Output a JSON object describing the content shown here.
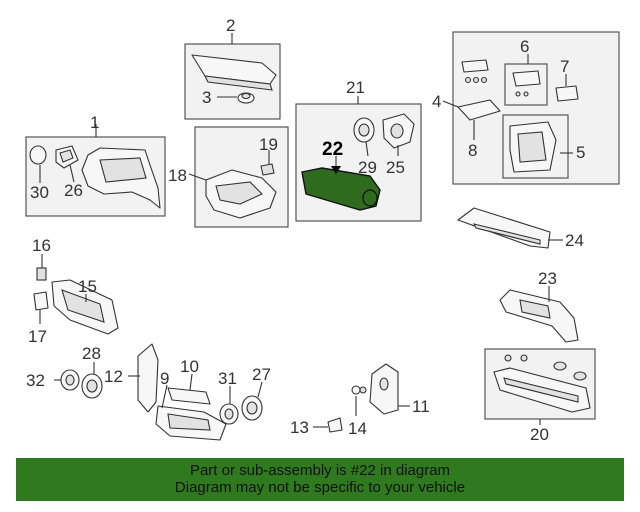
{
  "callouts": {
    "c1": "1",
    "c2": "2",
    "c3": "3",
    "c4": "4",
    "c5": "5",
    "c6": "6",
    "c7": "7",
    "c8": "8",
    "c9": "9",
    "c10": "10",
    "c11": "11",
    "c12": "12",
    "c13": "13",
    "c14": "14",
    "c15": "15",
    "c16": "16",
    "c17": "17",
    "c18": "18",
    "c19": "19",
    "c20": "20",
    "c21": "21",
    "c22": "22",
    "c23": "23",
    "c24": "24",
    "c25": "25",
    "c26": "26",
    "c27": "27",
    "c28": "28",
    "c29": "29",
    "c30": "30",
    "c31": "31",
    "c32": "32"
  },
  "highlight_color": "#2e6b1f",
  "banner": {
    "line1": "Part or sub-assembly is #22 in diagram",
    "line2": "Diagram may not be specific to your vehicle",
    "color": "#2f7a1f"
  }
}
